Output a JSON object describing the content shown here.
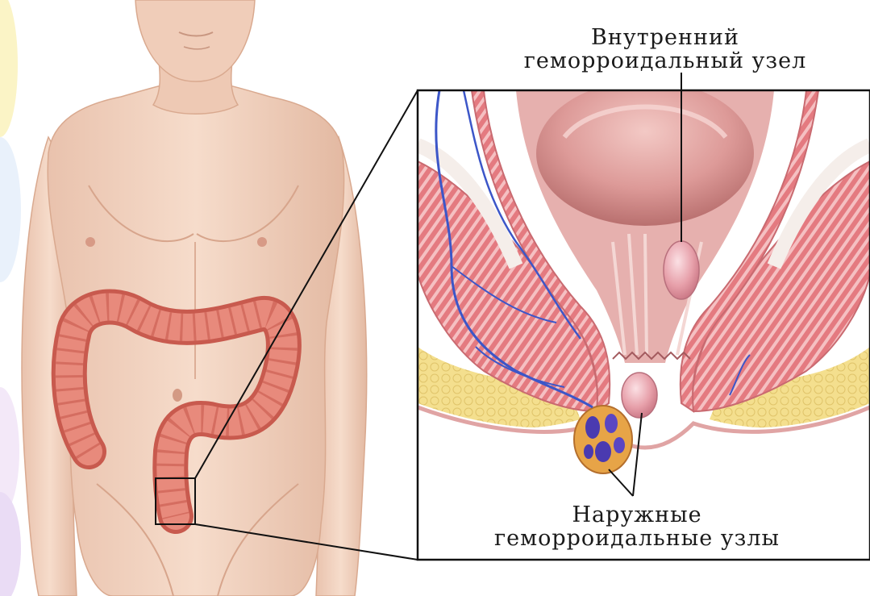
{
  "labels": {
    "internal_line1": "Внутренний",
    "internal_line2": "геморроидальный узел",
    "external_line1": "Наружные",
    "external_line2": "геморроидальные узлы"
  },
  "colors": {
    "skin": "#f3d6c4",
    "skin_shadow": "#e6bba3",
    "colon": "#e8887a",
    "colon_dark": "#c85a4e",
    "muscle": "#e87a80",
    "muscle_stripe": "#f6c3c3",
    "mucosa": "#e9b7b7",
    "fat": "#f3dd86",
    "vein": "#3c56c8",
    "hemorrhoid": "#e8a0a8",
    "thrombus": "#4a3ab0",
    "line": "#111111"
  }
}
